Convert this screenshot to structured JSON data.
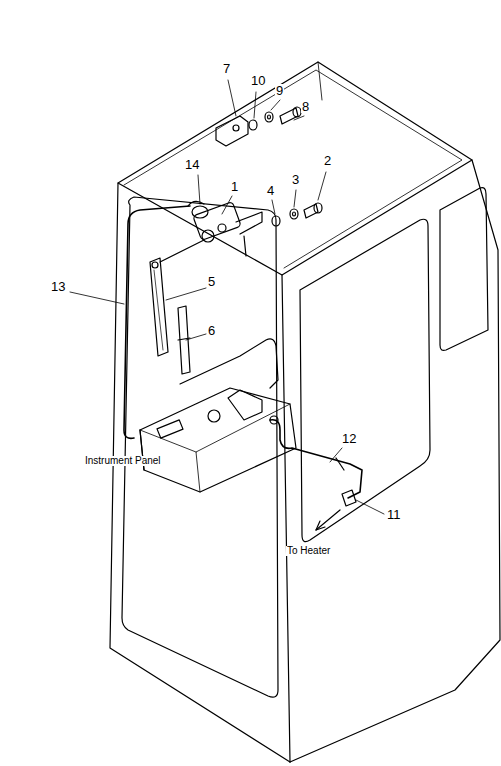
{
  "diagram": {
    "labels": [
      "7",
      "10",
      "9",
      "8",
      "14",
      "1",
      "4",
      "3",
      "2",
      "13",
      "5",
      "6",
      "12",
      "11",
      "Instrument Panel",
      "To Heater"
    ]
  }
}
